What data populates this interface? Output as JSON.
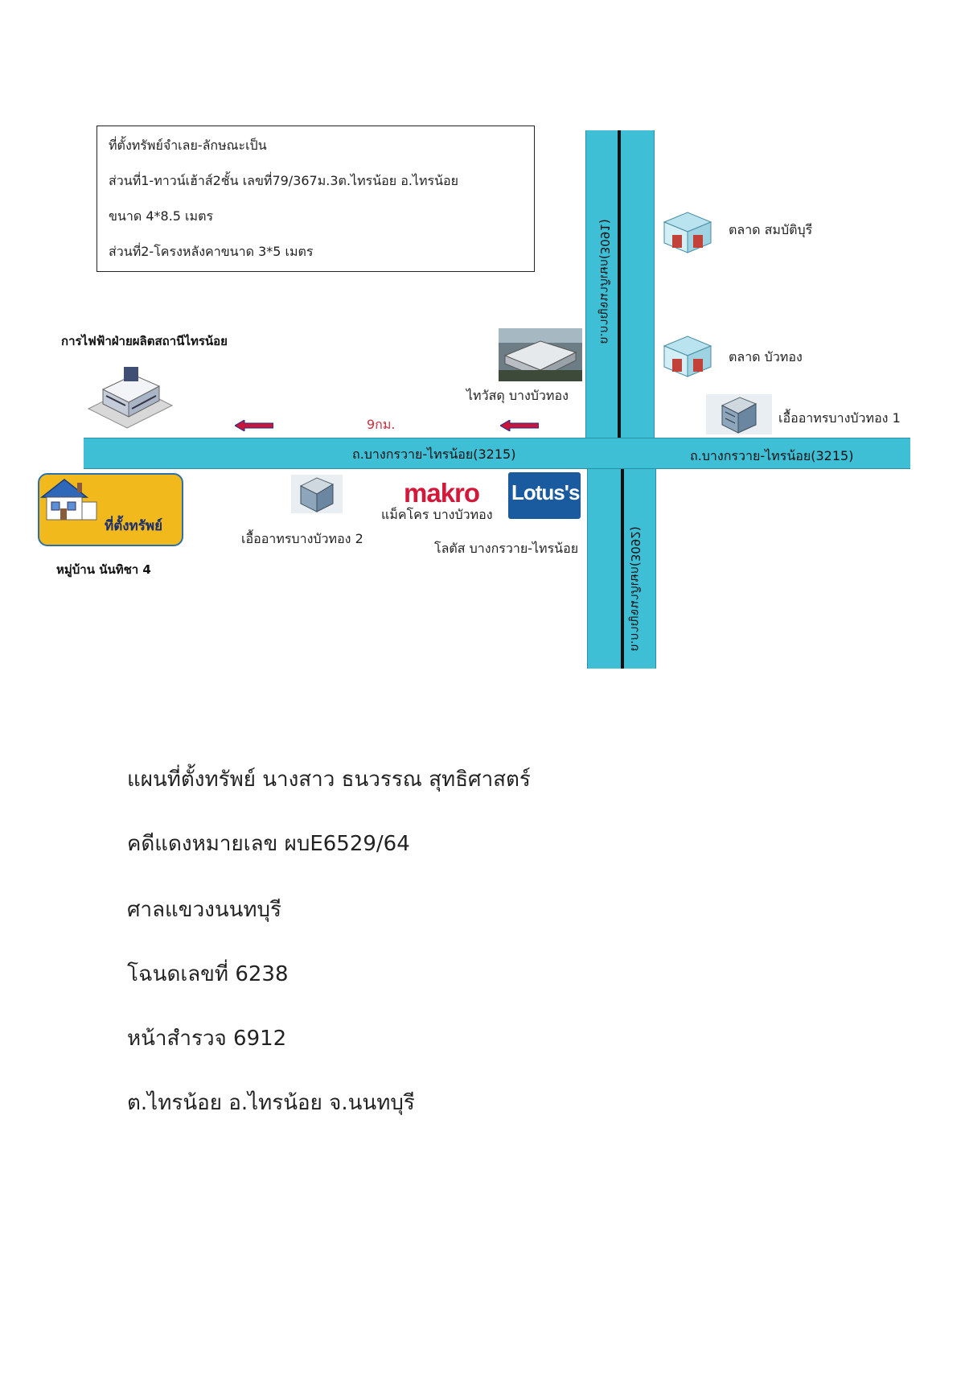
{
  "info_box": {
    "line1": "ที่ตั้งทรัพย์จำเลย-ลักษณะเป็น",
    "line2": "ส่วนที่1-ทาวน์เฮ้าส์2ชั้น เลขที่79/367ม.3ต.ไทรน้อย อ.ไทรน้อย",
    "line3": "ขนาด 4*8.5 เมตร",
    "line4": "ส่วนที่2-โครงหลังคาขนาด 3*5 เมตร"
  },
  "roads": {
    "horizontal_left": "ถ.บางกรวาย-ไทรน้อย(3215)",
    "horizontal_right": "ถ.บางกรวาย-ไทรน้อย(3215)",
    "vertical_top": "ถ.กาญจนาภิเษก(3091)",
    "vertical_bottom": "ถ.กาญจนาภิเษก(3092)"
  },
  "distance": "9กม.",
  "landmarks": {
    "power_plant": "การไฟฟ้าฝ่ายผลิตสถานีไทรน้อย",
    "thaiwatsadu": "ไทวัสดุ บางบัวทอง",
    "market_sombat": "ตลาด สมบัติบุรี",
    "market_buathong": "ตลาด บัวทอง",
    "condo1": "เอื้ออาทรบางบัวทอง 1",
    "condo2": "เอื้ออาทรบางบัวทอง 2",
    "makro_logo": "makro",
    "makro": "แม็คโคร บางบัวทอง",
    "lotus_logo": "Lotus's",
    "lotus": "โลตัส บางกรวาย-ไทรน้อย",
    "property": "ที่ตั้งทรัพย์",
    "village": "หมู่บ้าน นันทิชา 4"
  },
  "document": {
    "line1": "แผนที่ตั้งทรัพย์ นางสาว ธนวรรณ สุทธิศาสตร์",
    "line2": "คดีแดงหมายเลข ผบE6529/64",
    "line3": "ศาลแขวงนนทบุรี",
    "line4": "โฉนดเลขที่ 6238",
    "line5": "หน้าสำรวจ 6912",
    "line6": "ต.ไทรน้อย อ.ไทรน้อย จ.นนทบุรี"
  },
  "colors": {
    "road": "#3fbfd6",
    "arrow": "#c8173a",
    "property_box": "#f1b91b"
  }
}
